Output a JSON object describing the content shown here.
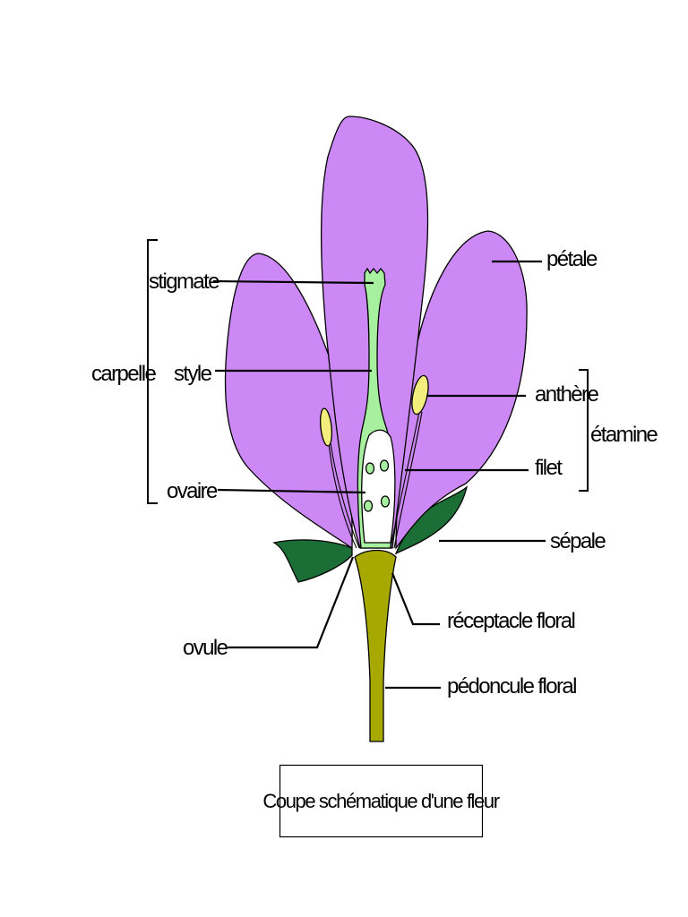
{
  "labels": {
    "stigmate": "stigmate",
    "style": "style",
    "ovaire": "ovaire",
    "carpelle": "carpelle",
    "petale": "pétale",
    "anthere": "anthère",
    "filet": "filet",
    "etamine": "étamine",
    "sepale": "sépale",
    "receptacle": "réceptacle floral",
    "ovule": "ovule",
    "pedoncule": "pédoncule floral"
  },
  "caption": "Coupe schématique d'une fleur",
  "colors": {
    "petal": "#cc88f4",
    "sepal": "#1b6e35",
    "pistil": "#a6f0a0",
    "ovary_cavity": "#ffffff",
    "ovule": "#a6f0a0",
    "anther": "#f3ee7e",
    "receptacle": "#a7a800",
    "outline": "#000000"
  }
}
